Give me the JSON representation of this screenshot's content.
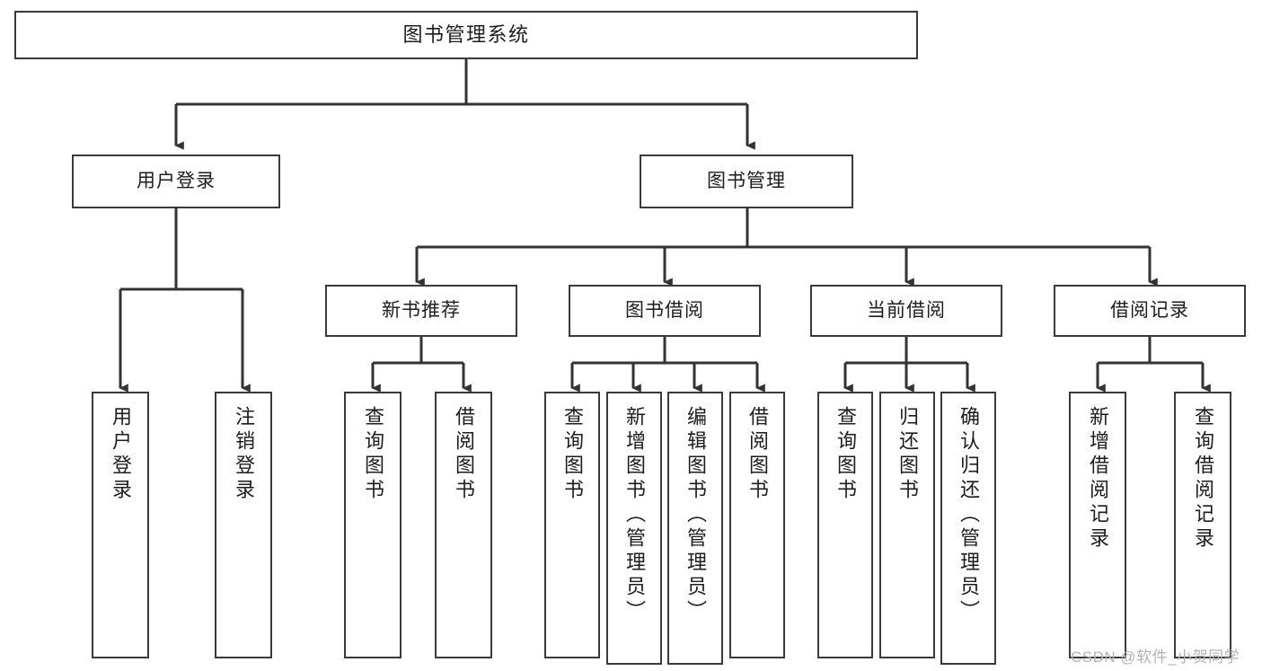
{
  "diagram": {
    "title": "图书管理系统",
    "type": "功能结构图",
    "background": "#ffffff",
    "line_color": "#3a3a3a",
    "text_color": "#1d1d1d"
  },
  "root": {
    "label": "图书管理系统"
  },
  "tier2": [
    {
      "label": "用户登录"
    },
    {
      "label": "图书管理"
    }
  ],
  "tier3": [
    {
      "label": "新书推荐"
    },
    {
      "label": "图书借阅"
    },
    {
      "label": "当前借阅"
    },
    {
      "label": "借阅记录"
    }
  ],
  "leaves": {
    "user_login": [
      {
        "label": "用户登录"
      },
      {
        "label": "注销登录"
      }
    ],
    "new_book": [
      {
        "label": "查询图书"
      },
      {
        "label": "借阅图书"
      }
    ],
    "book_borrow": [
      {
        "label": "查询图书"
      },
      {
        "label": "新增图书（管理员）"
      },
      {
        "label": "编辑图书（管理员）"
      },
      {
        "label": "借阅图书"
      }
    ],
    "current_borrow": [
      {
        "label": "查询图书"
      },
      {
        "label": "归还图书"
      },
      {
        "label": "确认归还（管理员）"
      }
    ],
    "borrow_record": [
      {
        "label": "新增借阅记录"
      },
      {
        "label": "查询借阅记录"
      }
    ]
  },
  "watermark": {
    "text": "CSDN @软件_小贺同学"
  }
}
